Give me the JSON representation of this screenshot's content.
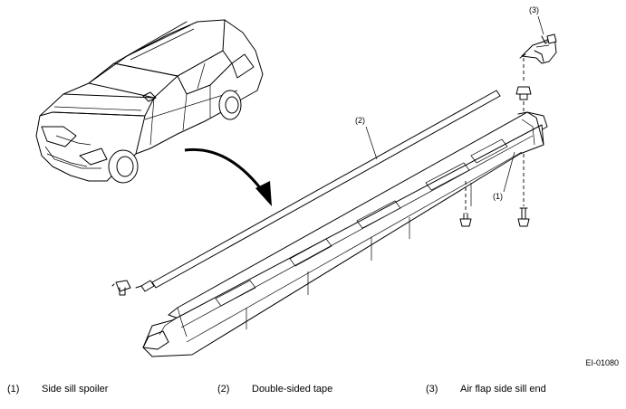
{
  "diagram": {
    "callouts": {
      "part1": "(1)",
      "part2": "(2)",
      "part3": "(3)"
    },
    "figure_code": "EI-01080"
  },
  "legend": [
    {
      "number": "(1)",
      "label": "Side sill spoiler"
    },
    {
      "number": "(2)",
      "label": "Double-sided tape"
    },
    {
      "number": "(3)",
      "label": "Air flap side sill end"
    }
  ]
}
